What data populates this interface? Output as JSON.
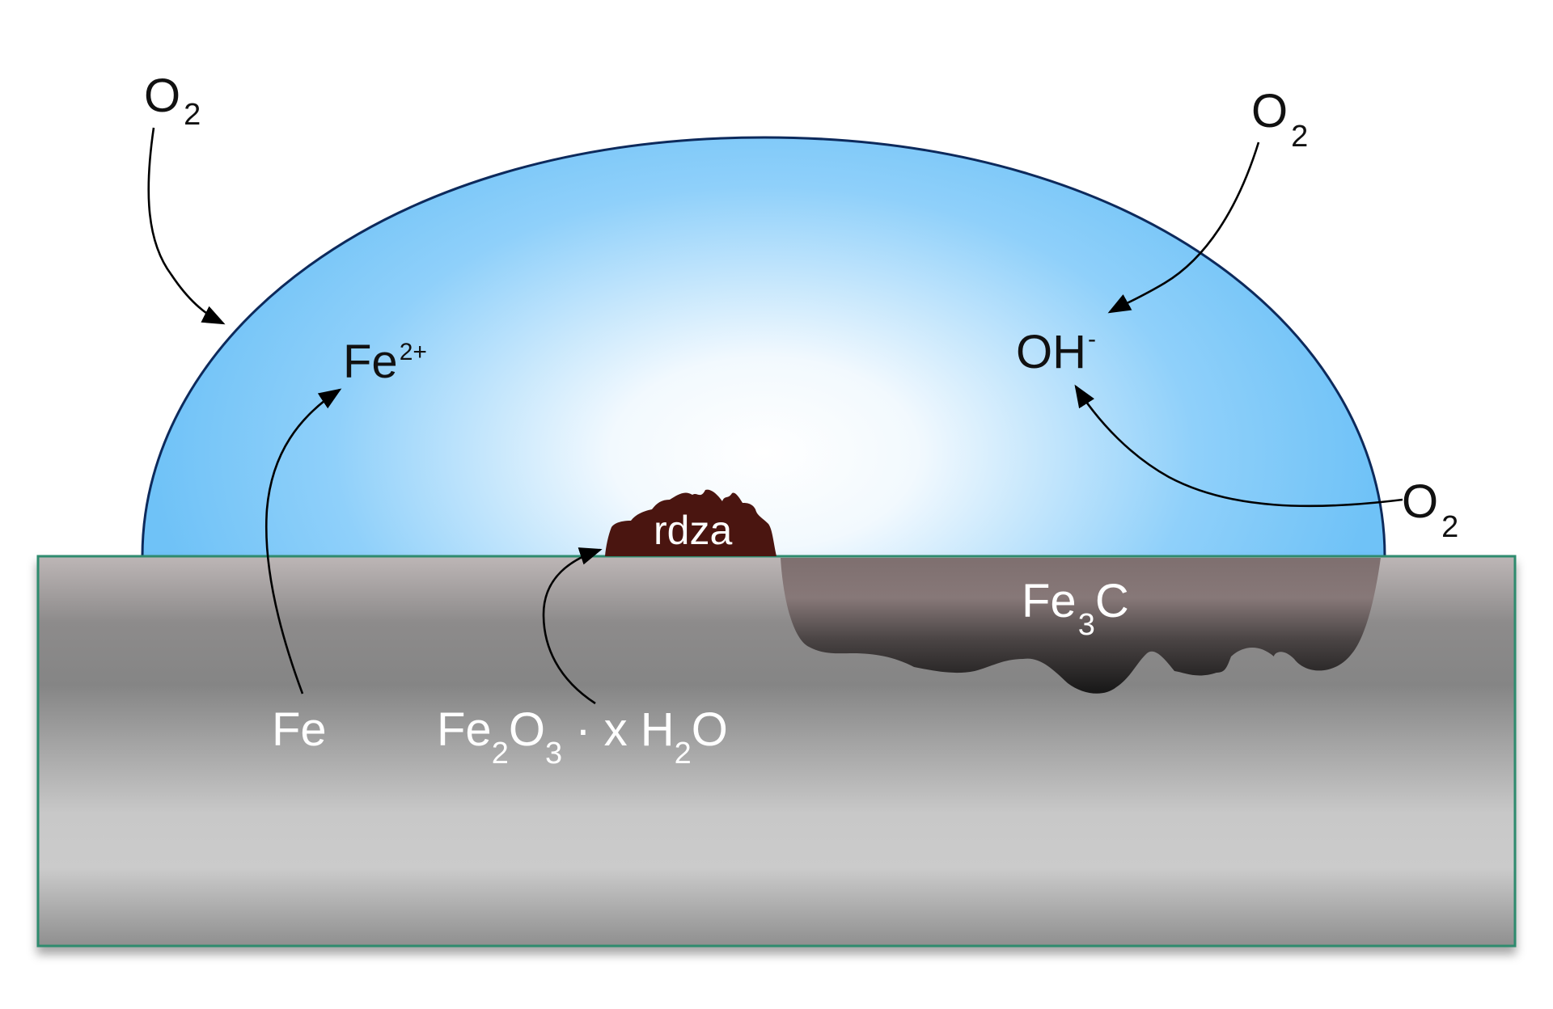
{
  "labels": {
    "o2_top_left": {
      "base": "O",
      "sub": "2"
    },
    "o2_top_right": {
      "base": "O",
      "sub": "2"
    },
    "o2_right": {
      "base": "O",
      "sub": "2"
    },
    "fe_ion": {
      "base": "Fe",
      "sup": "2+"
    },
    "hydroxide": {
      "base": "OH",
      "sup": "-"
    },
    "rust": "rdza",
    "iron": "Fe",
    "cementite": {
      "base": "Fe",
      "sub": "3",
      "tail": "C"
    },
    "rust_formula": {
      "p1": "Fe",
      "s1": "2",
      "p2": "O",
      "s2": "3",
      "p3": " · x H",
      "s3": "2",
      "p4": "O"
    }
  },
  "colors": {
    "droplet_edge": "#7cc8f8",
    "droplet_center": "#ffffff",
    "droplet_outline": "#0d2a5c",
    "metal_light": "#c9c9c9",
    "metal_dark": "#858585",
    "metal_top": "#bdb6b6",
    "metal_border": "#2e8b6e",
    "rust": "#4a1510",
    "cementite_top": "#7e6f6f",
    "cementite_bottom": "#1a1a1a",
    "arrow": "#000000"
  }
}
